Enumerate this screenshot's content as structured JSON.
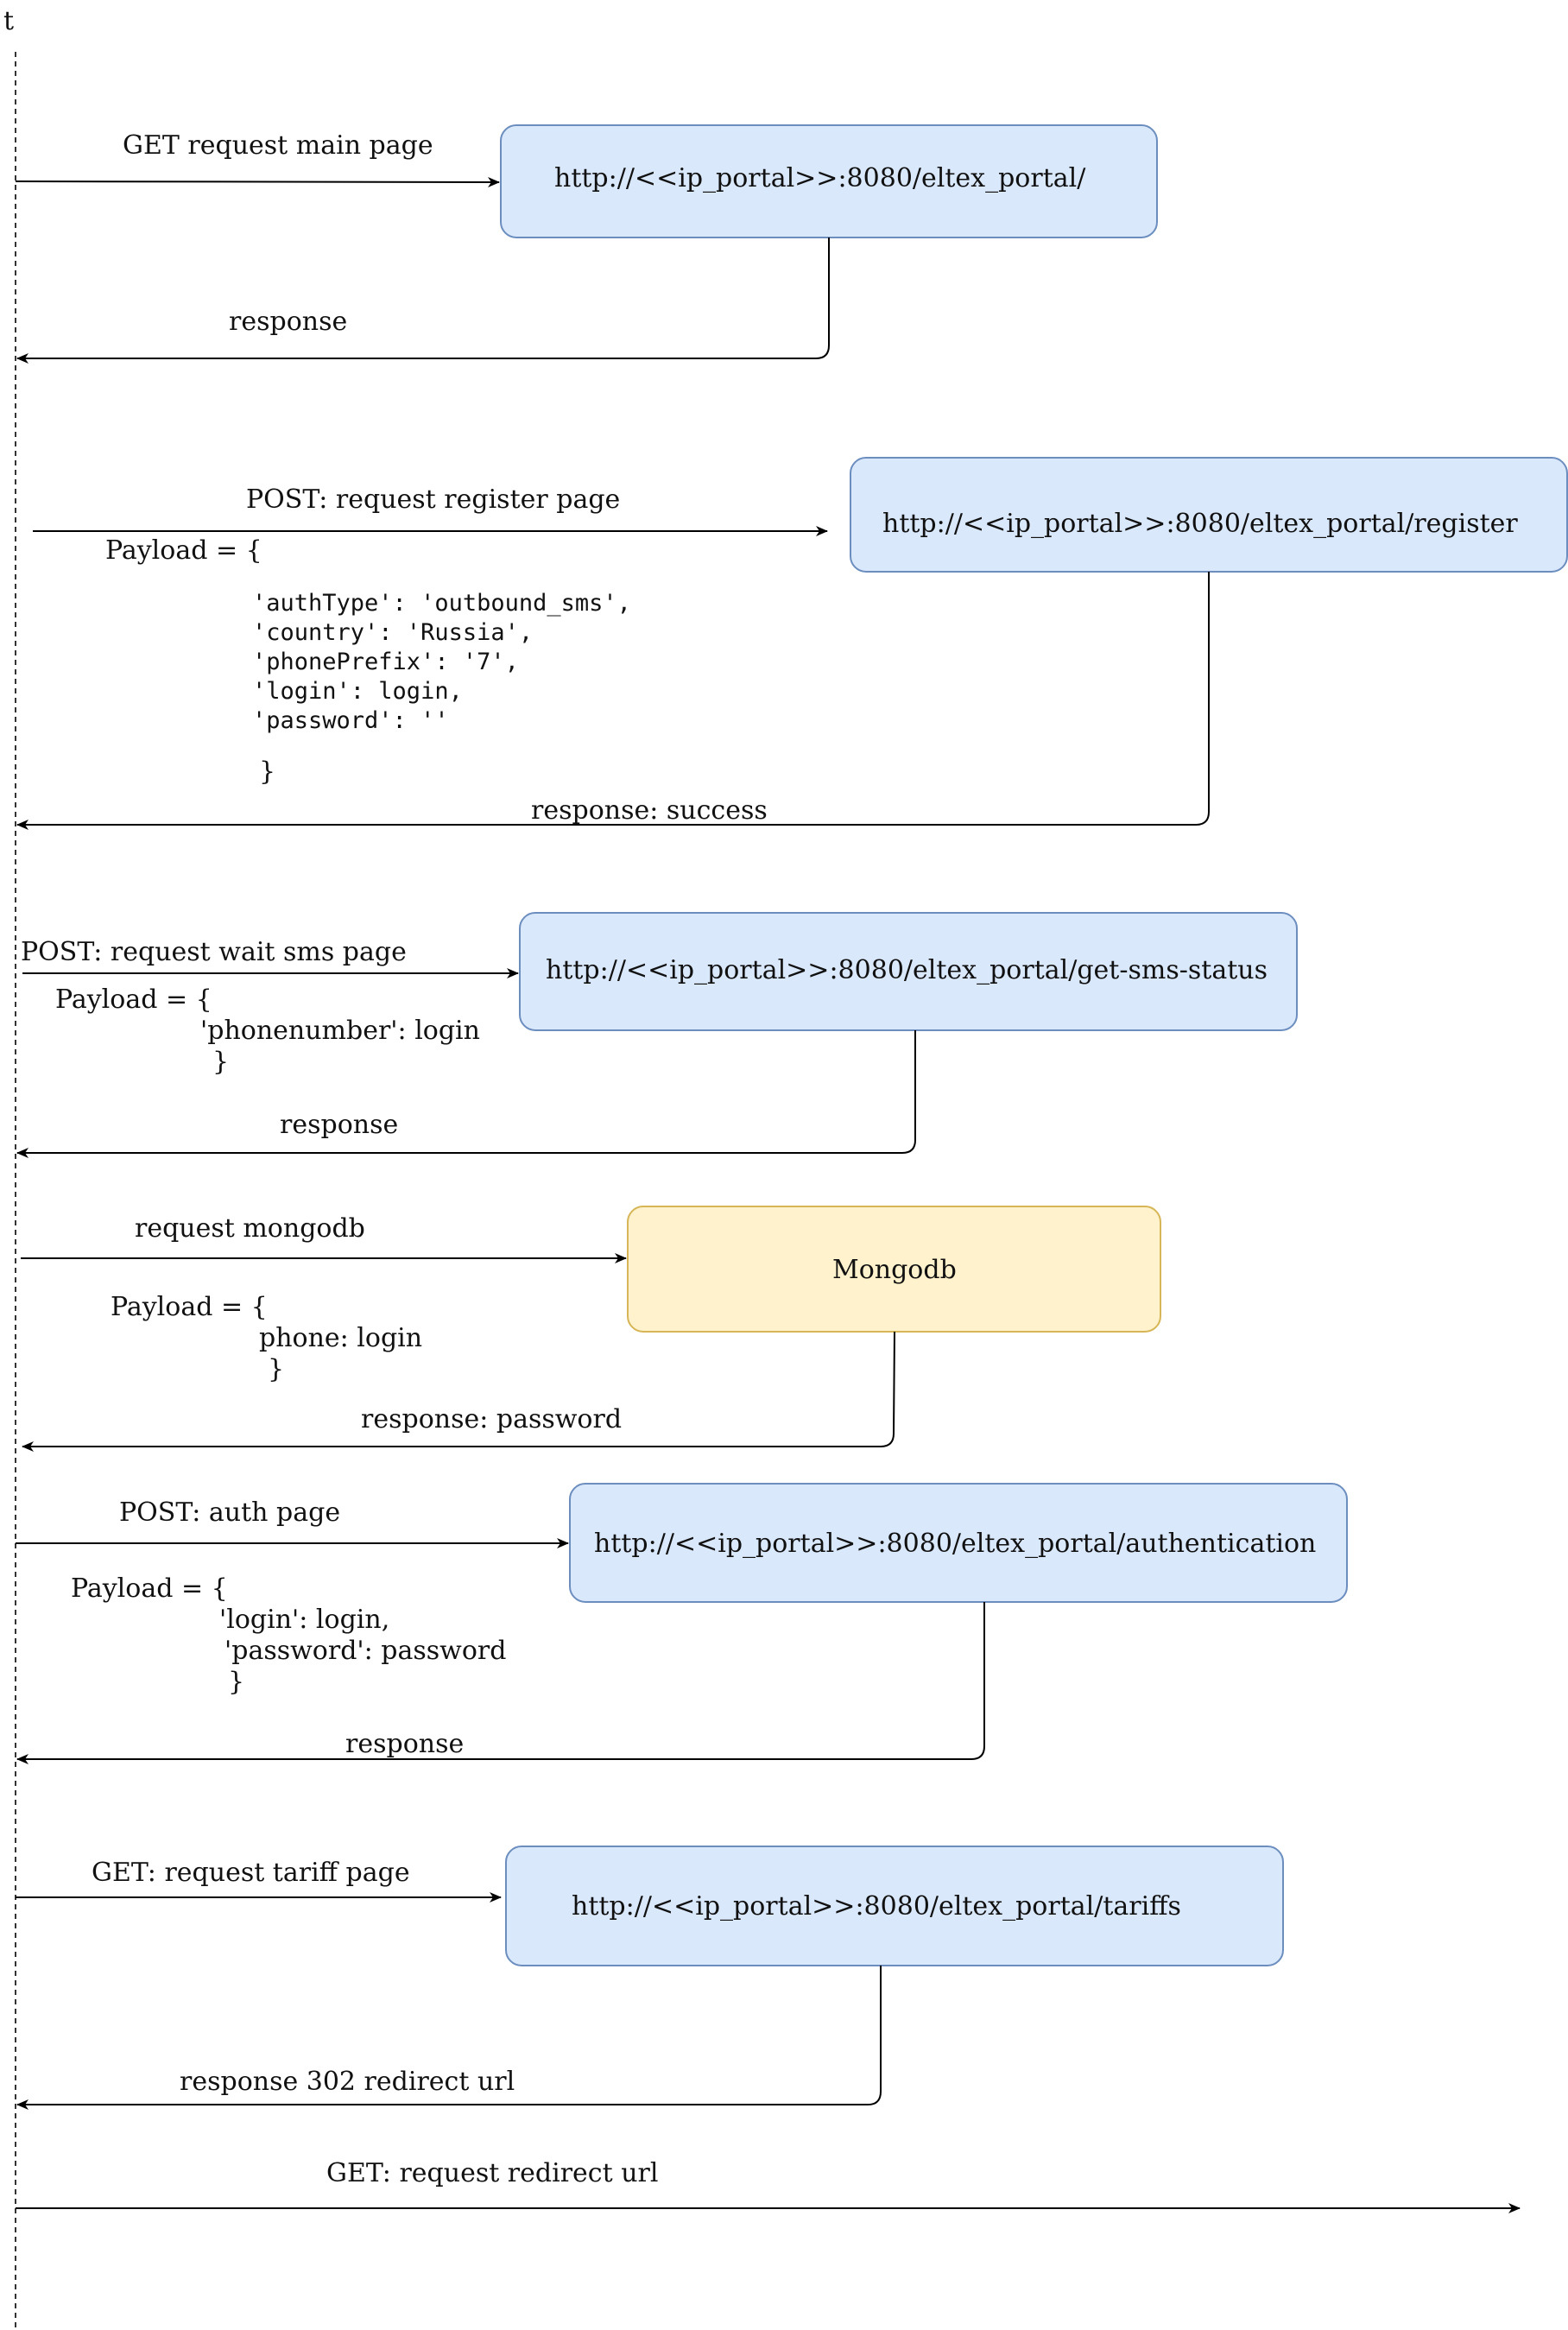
{
  "time_axis": {
    "label": "t"
  },
  "colors": {
    "endpoint_fill": "#dae8fc",
    "endpoint_stroke": "#6c8ebf",
    "db_fill": "#fff2cc",
    "db_stroke": "#d6b656"
  },
  "nodes": {
    "main_page": "http://<<ip_portal>>:8080/eltex_portal/",
    "register": "http://<<ip_portal>>:8080/eltex_portal/register",
    "sms_status": "http://<<ip_portal>>:8080/eltex_portal/get-sms-status",
    "mongodb": "Mongodb",
    "authentication": "http://<<ip_portal>>:8080/eltex_portal/authentication",
    "tariffs": "http://<<ip_portal>>:8080/eltex_portal/tariffs"
  },
  "messages": {
    "get_main": "GET request main page",
    "resp_main": "response",
    "post_register": "POST: request register page",
    "resp_register": "response: success",
    "post_wait_sms": "POST: request wait sms page",
    "resp_wait_sms": "response",
    "req_mongodb": "request mongodb",
    "resp_mongodb": "response: password",
    "post_auth": "POST: auth page",
    "resp_auth": "response",
    "get_tariff": "GET: request tariff page",
    "resp_tariff": "response 302 redirect url",
    "get_redirect": "GET: request redirect url"
  },
  "payloads": {
    "register": {
      "open": "Payload = {",
      "lines": [
        "'authType': 'outbound_sms',",
        "'country': 'Russia',",
        "'phonePrefix': '7',",
        "'login': login,",
        "'password': ''"
      ],
      "close": "}"
    },
    "wait_sms": {
      "open": "Payload = {",
      "lines": [
        "'phonenumber': login"
      ],
      "close": "}"
    },
    "mongodb": {
      "open": "Payload = {",
      "lines": [
        "phone: login"
      ],
      "close": "}"
    },
    "auth": {
      "open": "Payload = {",
      "lines": [
        "'login': login,",
        "'password': password"
      ],
      "close": "}"
    }
  }
}
